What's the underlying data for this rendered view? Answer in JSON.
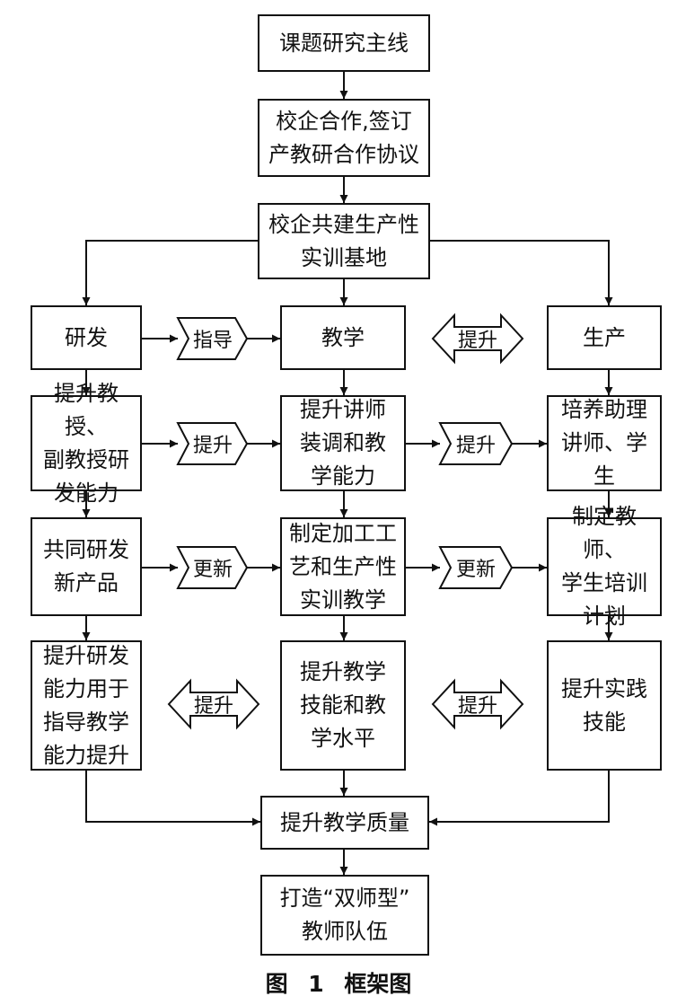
{
  "boxes": {
    "main_line": "课题研究主线",
    "cooperation_l1": "校企合作,签订",
    "cooperation_l2": "产教研合作协议",
    "base_l1": "校企共建生产性",
    "base_l2": "实训基地",
    "rd": "研发",
    "teaching": "教学",
    "production": "生产",
    "l_r2_l1": "提升教授、",
    "l_r2_l2": "副教授研",
    "l_r2_l3": "发能力",
    "c_r2_l1": "提升讲师",
    "c_r2_l2": "装调和教",
    "c_r2_l3": "学能力",
    "r_r2_l1": "培养助理",
    "r_r2_l2": "讲师、学生",
    "l_r3_l1": "共同研发",
    "l_r3_l2": "新产品",
    "c_r3_l1": "制定加工工",
    "c_r3_l2": "艺和生产性",
    "c_r3_l3": "实训教学",
    "r_r3_l1": "制定教师、",
    "r_r3_l2": "学生培训",
    "r_r3_l3": "计划",
    "l_r4_l1": "提升研发",
    "l_r4_l2": "能力用于",
    "l_r4_l3": "指导教学",
    "l_r4_l4": "能力提升",
    "c_r4_l1": "提升教学",
    "c_r4_l2": "技能和教",
    "c_r4_l3": "学水平",
    "r_r4_l1": "提升实践",
    "r_r4_l2": "技能",
    "quality": "提升教学质量",
    "team_l1": "打造“双师型”",
    "team_l2": "教师队伍"
  },
  "tags": {
    "guide": "指导",
    "up_row1": "提升",
    "up_row2_left": "提升",
    "up_row2_right": "提升",
    "update_left": "更新",
    "update_right": "更新",
    "up_row4_left": "提升",
    "up_row4_right": "提升"
  },
  "caption": "图 1 框架图"
}
